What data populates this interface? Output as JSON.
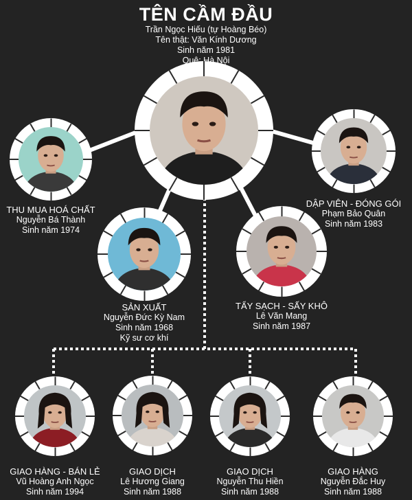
{
  "header": {
    "title": "TÊN CẦM ĐẦU",
    "lines": [
      "Trần Ngọc Hiếu (tự Hoàng Béo)",
      "Tên thật: Văn Kính Dương",
      "Sinh năm 1981",
      "Quê: Hà Nội"
    ]
  },
  "leader": {
    "bg": "#cfc8c0",
    "shirt": "#1e1e1e"
  },
  "members": [
    {
      "id": "hoa-chat",
      "role": "THU MUA HOÁ CHẤT",
      "name": "Nguyễn Bá Thành",
      "details": [
        "Sinh năm 1974"
      ],
      "bg": "#9bd3c9",
      "shirt": "#3a3a3a"
    },
    {
      "id": "dap-vien",
      "role": "DẬP VIÊN - ĐÓNG GÓI",
      "name": "Phạm Bảo Quân",
      "details": [
        "Sinh năm 1983"
      ],
      "bg": "#c9c6c2",
      "shirt": "#2a2f3a"
    },
    {
      "id": "san-xuat",
      "role": "SẢN XUẤT",
      "name": "Nguyễn Đức Kỳ Nam",
      "details": [
        "Sinh năm 1968",
        "Kỹ sư cơ khí"
      ],
      "bg": "#6fb9d6",
      "shirt": "#2f2f2f"
    },
    {
      "id": "tay-sach",
      "role": "TẨY SẠCH - SẤY KHÔ",
      "name": "Lê Văn Mang",
      "details": [
        "Sinh năm 1987"
      ],
      "bg": "#b9b2ae",
      "shirt": "#c9344a"
    },
    {
      "id": "ban-le",
      "role": "GIAO HÀNG - BÁN LẺ",
      "name": "Vũ Hoàng Anh Ngọc",
      "details": [
        "Sinh năm 1994"
      ],
      "bg": "#bfc4c6",
      "shirt": "#8c1d24"
    },
    {
      "id": "giao-dich-1",
      "role": "GIAO DỊCH",
      "name": "Lê Hương Giang",
      "details": [
        "Sinh năm 1988"
      ],
      "bg": "#b9bdbf",
      "shirt": "#d9d3cd"
    },
    {
      "id": "giao-dich-2",
      "role": "GIAO DỊCH",
      "name": "Nguyễn Thu Hiền",
      "details": [
        "Sinh năm 1988"
      ],
      "bg": "#c4c8ca",
      "shirt": "#2a2a2a"
    },
    {
      "id": "giao-hang",
      "role": "GIAO HÀNG",
      "name": "Nguyễn Đắc Huy",
      "details": [
        "Sinh năm 1988"
      ],
      "bg": "#c8c8c6",
      "shirt": "#e8e8e8"
    }
  ],
  "colors": {
    "background": "#232323",
    "ring": "#ffffff",
    "connector": "#ffffff"
  }
}
